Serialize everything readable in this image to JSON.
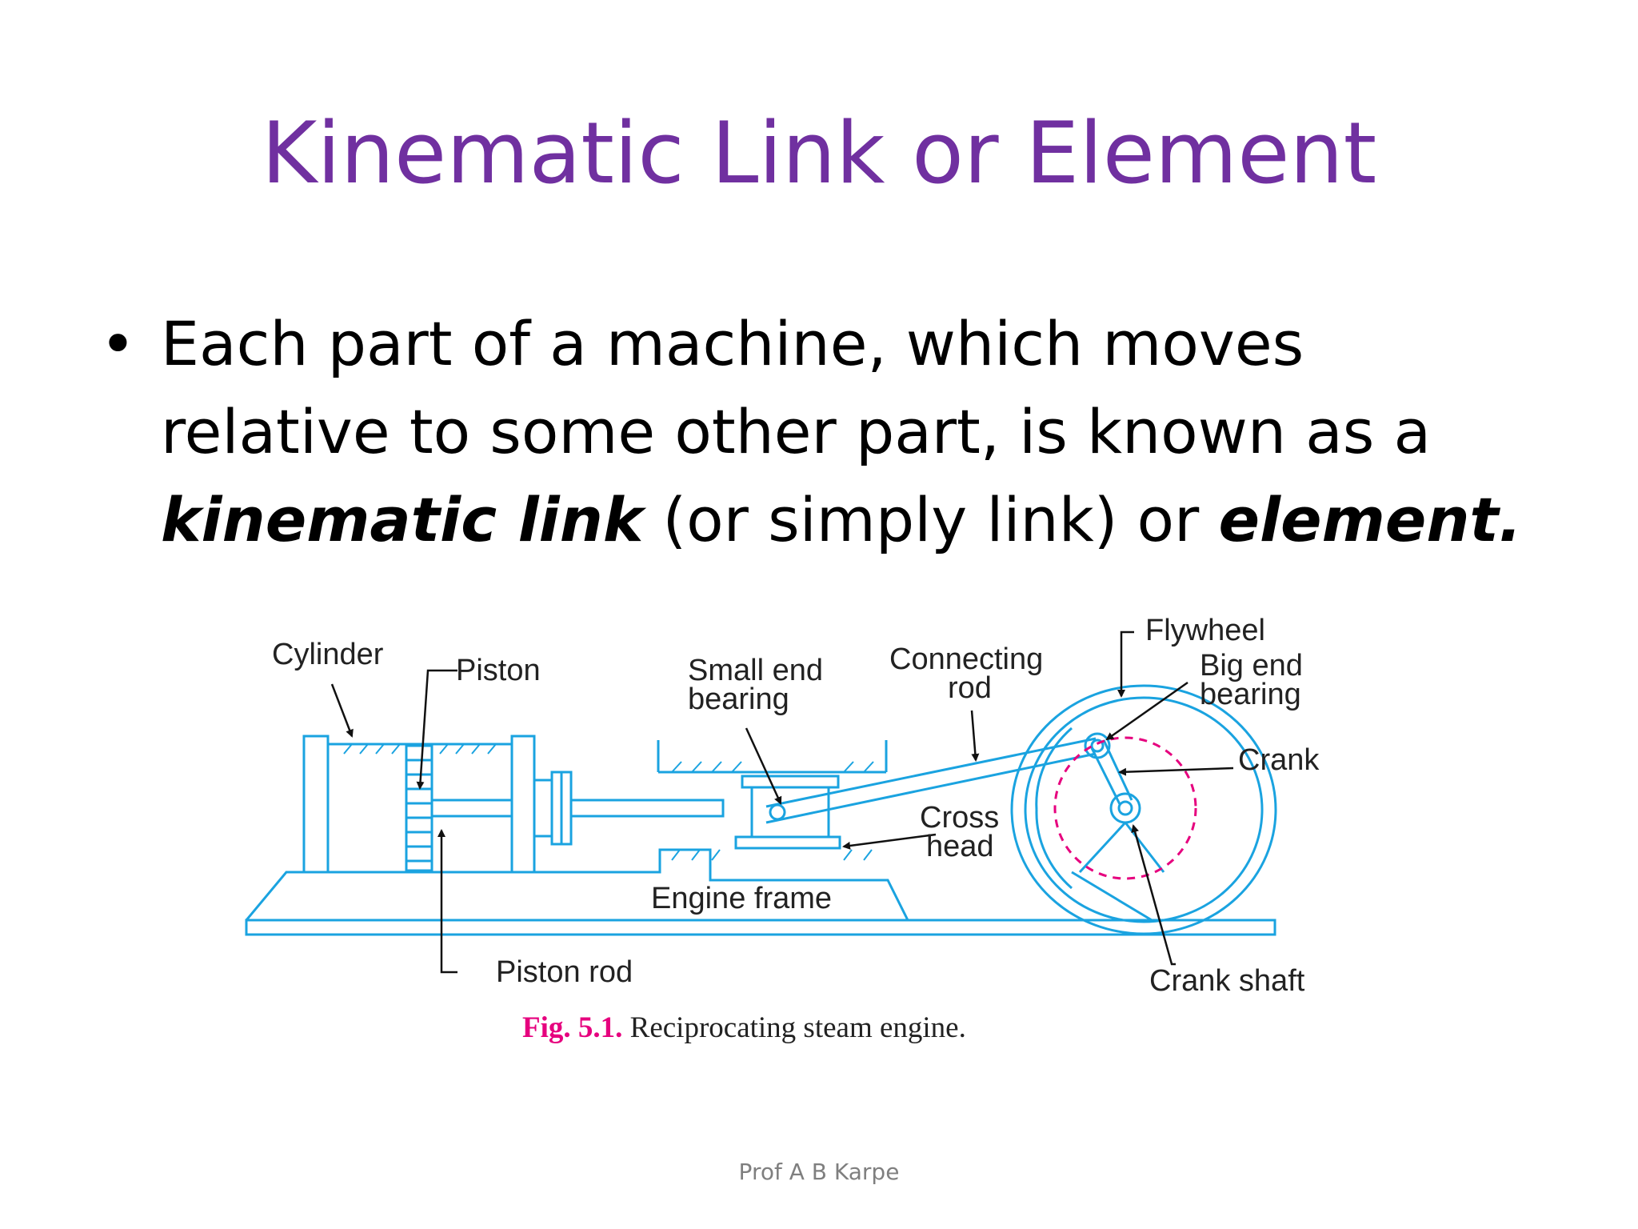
{
  "slide": {
    "title": "Kinematic Link or Element",
    "bullet_symbol": "•",
    "bullet": {
      "part1": "Each part of a machine, which moves relative to some other part, is known as a ",
      "em1": "kinematic link",
      "part2": " (or simply link) or ",
      "em2": "element."
    },
    "footer": "Prof A B Karpe"
  },
  "figure": {
    "labels": {
      "cylinder": "Cylinder",
      "piston": "Piston",
      "small_end_1": "Small end",
      "small_end_2": "bearing",
      "connecting_1": "Connecting",
      "connecting_2": "rod",
      "flywheel": "Flywheel",
      "big_end_1": "Big end",
      "big_end_2": "bearing",
      "crank": "Crank",
      "cross_1": "Cross",
      "cross_2": "head",
      "engine_frame": "Engine frame",
      "piston_rod": "Piston rod",
      "crank_shaft": "Crank shaft"
    },
    "caption_num": "Fig. 5.1.",
    "caption_text": " Reciprocating steam engine.",
    "colors": {
      "line": "#1aa3e0",
      "dash": "#e6007e"
    }
  }
}
